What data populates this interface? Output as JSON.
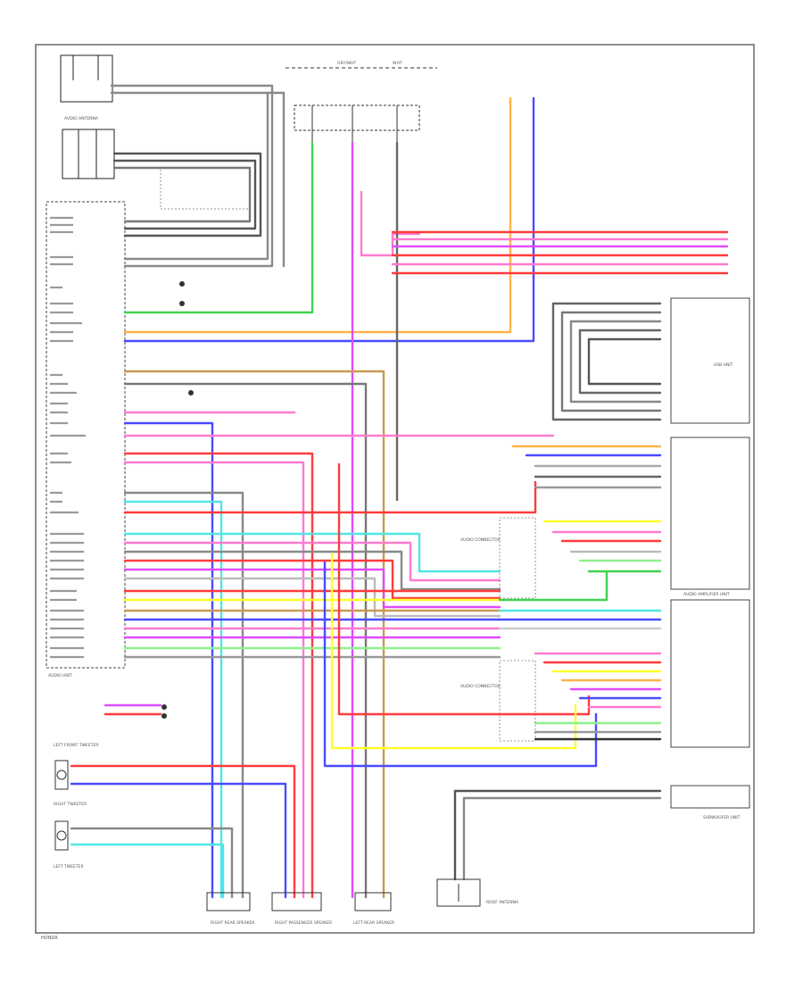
{
  "colors": {
    "red": "#ff3b3b",
    "pink": "#ff7ad0",
    "magenta": "#e04bff",
    "blue": "#4a4aff",
    "lightblue": "#a9d8ff",
    "cyan": "#4fe6e6",
    "green": "#3fd24f",
    "lightgreen": "#8ef08e",
    "yellow": "#ffff2a",
    "orange": "#ffb24a",
    "tan": "#c99a52",
    "gray": "#8a8a8a",
    "dark": "#333333",
    "black": "#111111"
  },
  "labels": {
    "top_wire_1": "GRY/WHT",
    "top_wire_2": "WHT",
    "antenna_amp": "AUDIO ANTENNA",
    "audio_unit": "AUDIO UNIT",
    "usb_unit": "USB UNIT",
    "amp_unit": "AUDIO AMPLIFIER UNIT",
    "subwoofer": "SUBWOOFER UNIT",
    "lf_tweeter": "LEFT FRONT TWEETER",
    "rf_tweeter": "RIGHT TWEETER",
    "l_tweeter": "LEFT TWEETER",
    "rr_speaker": "RIGHT REAR SPEAKER",
    "rf_passenger": "RIGHT PASSENGER SPEAKER",
    "lr_speaker": "LEFT REAR SPEAKER",
    "roof_antenna": "ROOF ANTENNA",
    "connector_a": "AUDIO CONNECTOR",
    "connector_b": "AUDIO CONNECTOR",
    "footer": "HONDA"
  }
}
